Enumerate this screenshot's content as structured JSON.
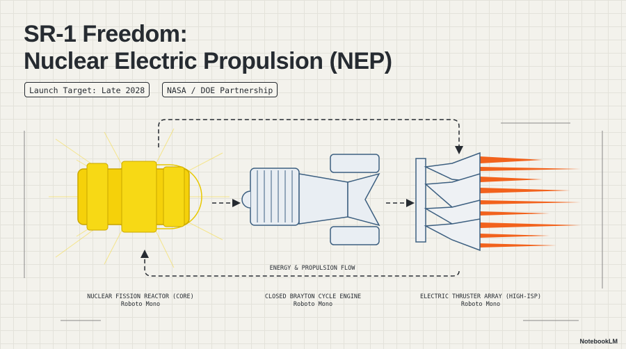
{
  "title": {
    "line1": "SR-1 Freedom:",
    "line2": "Nuclear Electric Propulsion (NEP)"
  },
  "badges": [
    "Launch Target: Late 2028",
    "NASA / DOE Partnership"
  ],
  "flow_label": "ENERGY & PROPULSION FLOW",
  "components": [
    {
      "name": "NUCLEAR FISSION REACTOR (CORE)",
      "font": "Roboto Mono"
    },
    {
      "name": "CLOSED BRAYTON CYCLE ENGINE",
      "font": "Roboto Mono"
    },
    {
      "name": "ELECTRIC THRUSTER ARRAY (HIGH-ISP)",
      "font": "Roboto Mono"
    }
  ],
  "brand": "NotebookLM",
  "colors": {
    "reactor": "#f5d10a",
    "engine": "#3c5f80",
    "flame": "#f2621c",
    "ink": "#262b31"
  }
}
